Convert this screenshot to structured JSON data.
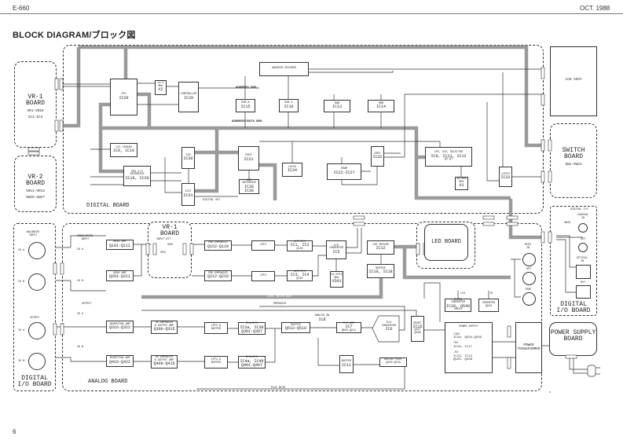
{
  "header": {
    "model": "E-660",
    "date": "OCT. 1988",
    "title": "BLOCK DIAGRAM/ブロック図",
    "page": "6"
  },
  "boards": {
    "vr1": [
      "VR-1",
      "BOARD",
      "VR1-VR10",
      "IC1-IC3"
    ],
    "vr2": [
      "VR-2",
      "BOARD",
      "VR11-VR14",
      "SW25-SW27"
    ],
    "digital": "DIGITAL BOARD",
    "analog": "ANALOG BOARD",
    "lcd": "LCD ASSY",
    "switch": [
      "SWITCH",
      "BOARD",
      "SW1-SW24"
    ],
    "vr1_analog": [
      "VR-1",
      "BOARD",
      "INPUT ATT",
      "VR2",
      "VR1"
    ],
    "led": "LED BOARD",
    "digital_io_left": [
      "DIGITAL",
      "I/O BOARD"
    ],
    "digital_io_right": [
      "DIGITAL I/O",
      "DIGITAL",
      "I/O BOARD"
    ],
    "power_supply_board": [
      "POWER SUPPLY",
      "BOARD"
    ]
  },
  "buses": {
    "address": "ADDRESS BUS",
    "address_data": "ADDRESS/DATA BUS",
    "level_meter": "LEVEL METER BUS",
    "emphasis": "EMPHASIS",
    "play_mute": "PLAY MUTE",
    "digital_out": "DIGITAL OUT"
  },
  "blocks": {
    "cpu": [
      "CPU",
      "IC20"
    ],
    "x2": [
      "12.0",
      "MHz",
      "X2"
    ],
    "controller": [
      "CONTROLLER",
      "IC29"
    ],
    "decoder": [
      "ADDRESS DECODER"
    ],
    "romb": [
      "ROM B",
      "IC15"
    ],
    "roma": [
      "ROM A",
      "IC16"
    ],
    "ram13": [
      "RAM",
      "IC13"
    ],
    "ram14": [
      "RAM",
      "IC14"
    ],
    "lcdtiming": [
      "LCD TIMING",
      "IC9, IC10"
    ],
    "drio": [
      "DRI-I/O",
      "INTERFACE",
      "IC19, IC20"
    ],
    "icm": [
      "ICM",
      "IC30"
    ],
    "icut": [
      "ICUT",
      "IC31"
    ],
    "dsp2": [
      "DSP2",
      "IC21"
    ],
    "sio": [
      "SIO",
      "INTERFACE",
      "IC35",
      "IC36"
    ],
    "latch34": [
      "LATCH",
      "IC34"
    ],
    "dram": [
      "DRAM",
      "IC22-IC27"
    ],
    "dsp1": [
      "DSP1",
      "IC32"
    ],
    "lpfvco": [
      "LPF, VCO, SELECTOR",
      "IC9, IC11, IC12",
      "Q2-Q7"
    ],
    "x1": [
      "36.864",
      "MHz",
      "X1"
    ],
    "latch33": [
      "LATCH",
      "IC33"
    ],
    "headamp1": [
      "HEAD AMP",
      "Q101-Q111"
    ],
    "headamp2": [
      "HEAD AMP",
      "Q201-Q211"
    ],
    "preemp1": [
      "PRE-EMPHASIS",
      "Q152-Q119"
    ],
    "preemp2": [
      "PRE-EMPHASIS",
      "Q212-Q219"
    ],
    "lpf1": [
      "LPF1"
    ],
    "lpf2": [
      "LPF2"
    ],
    "adsh1": [
      "A/D-S/H",
      "IC1, IC2",
      "Q120"
    ],
    "adsh2": [
      "A/D-S/H",
      "IC3, IC4",
      "Q220"
    ],
    "adconv": [
      "A/D",
      "CONVERTER",
      "IC5"
    ],
    "x501": [
      "44.0752",
      "MHz",
      "X501"
    ],
    "leddriver": [
      "LED DRIVER",
      "IC12"
    ],
    "buffer1018": [
      "BUFFER",
      "IC10, IC18"
    ],
    "invamp1": [
      "INVERTING AMP",
      "Q316-Q322"
    ],
    "invamp2": [
      "INVERTING AMP",
      "Q416-Q422"
    ],
    "deemp1": [
      "DE-EMPHASIS",
      "& OUTPUT AMP",
      "Q300-Q315"
    ],
    "deemp2": [
      "DE-EMPHASIS",
      "& OUTPUT AMP",
      "Q400-Q415"
    ],
    "lpf3": [
      "LPF3 &",
      "BUFFER"
    ],
    "lpf4": [
      "LPF4 &",
      "BUFFER"
    ],
    "dash1": [
      "D/A-S/H",
      "IC3a, IC3b",
      "Q301-Q307"
    ],
    "dash2": [
      "D/A-S/H",
      "IC4a, IC4b",
      "Q401-Q407"
    ],
    "buffer512": [
      "BUFFER",
      "Q512-Q518"
    ],
    "analogsw": [
      "ANALOG SW",
      "IC8"
    ],
    "ivamp": [
      "I/V AMP",
      "IC7",
      "Q503-Q511"
    ],
    "daconv": [
      "D/A",
      "CONVERTER",
      "IC6"
    ],
    "buffer11": [
      "BUFFER",
      "IC11"
    ],
    "replaymute": [
      "REPLAY MUTE",
      "Q529-Q533"
    ],
    "reset": [
      "RESET",
      "IC15",
      "Q527",
      "Q528"
    ],
    "dcdc": [
      "DC/DC",
      "CONVERTER",
      "IC20, Q540",
      "VR523"
    ],
    "inverter": [
      "INVERTER",
      "Q524"
    ],
    "power": [
      "POWER SUPPLY",
      "+15V",
      "IC18, Q534-Q539",
      "+5V",
      "IC16, IC17",
      "-5V",
      "IC13, IC14",
      "Q525, Q526"
    ],
    "transformer": [
      "POWER",
      "TRANSFORMER"
    ]
  },
  "io": {
    "balanced_input": [
      "BALANCED",
      "INPUT"
    ],
    "unbalanced_input": [
      "UNBALANCED",
      "INPUT"
    ],
    "output": "OUTPUT",
    "cha": "CH A",
    "chb": "CH B",
    "midi": [
      "MIDI",
      "IN",
      "OUT",
      "THRU"
    ],
    "coaxial": [
      "COAXIAL",
      "IN",
      "OUT"
    ],
    "optical": [
      "OPTICAL",
      "IN",
      "OUT"
    ],
    "sw": "SW29",
    "lcd": "LCD",
    "el": "EL"
  },
  "colors": {
    "bus": "#9a9a9a",
    "line": "#333333"
  }
}
